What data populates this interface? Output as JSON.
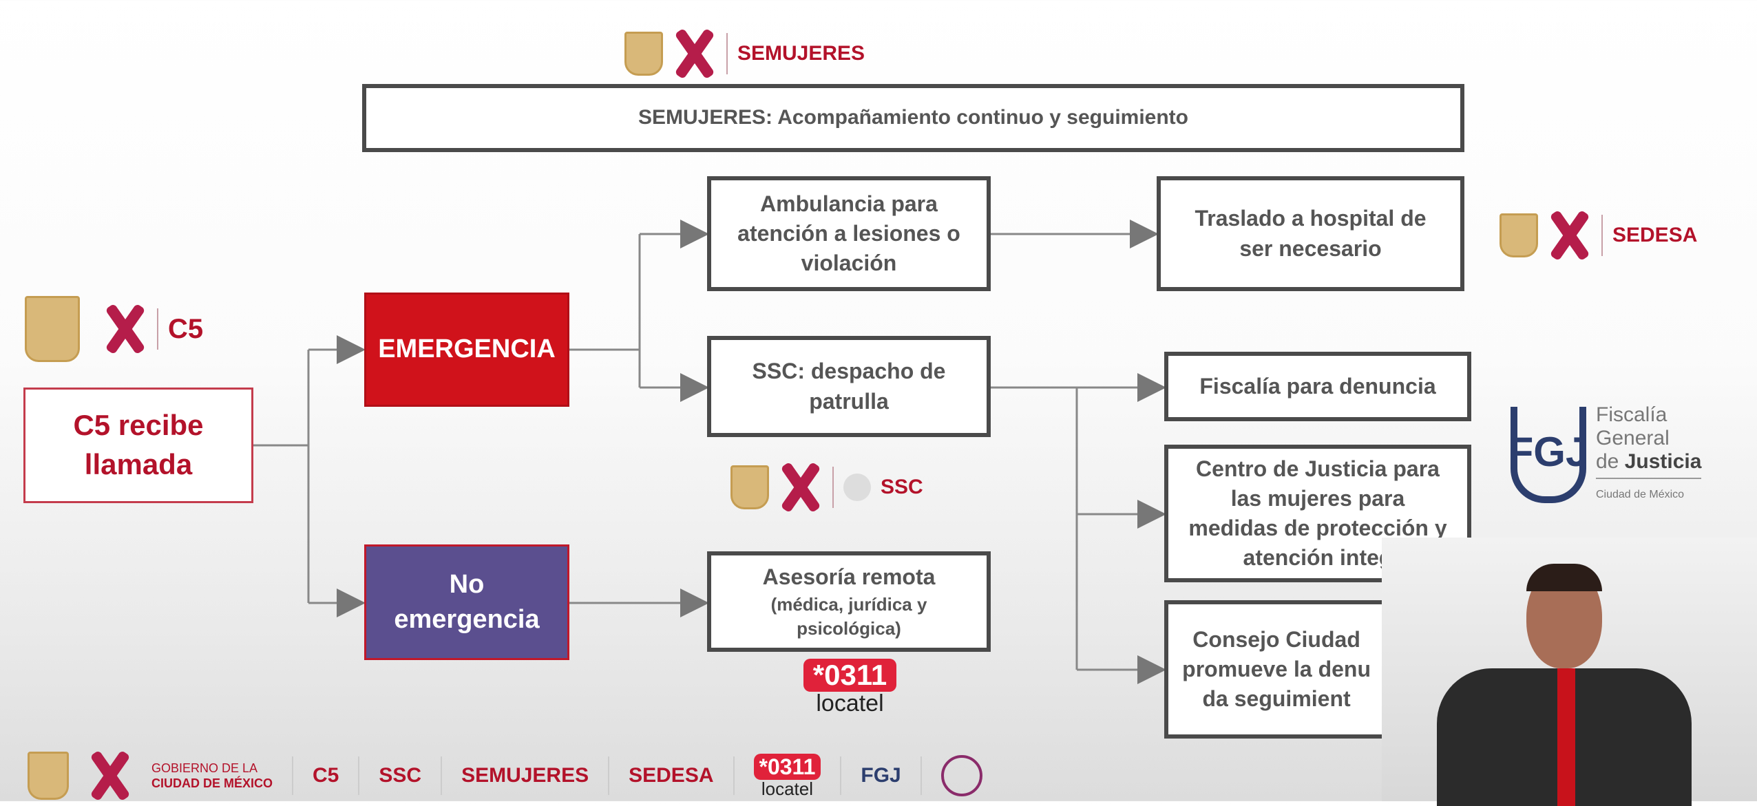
{
  "top_logo": {
    "label": "SEMUJERES"
  },
  "semujeres_box": "SEMUJERES: Acompañamiento continuo y seguimiento",
  "c5_logo": {
    "label": "C5"
  },
  "c5_box": [
    "C5 recibe",
    "llamada"
  ],
  "emergencia": "EMERGENCIA",
  "no_emergencia": [
    "No",
    "emergencia"
  ],
  "ambulancia": [
    "Ambulancia para",
    "atención a lesiones o",
    "violación"
  ],
  "traslado": [
    "Traslado a hospital de",
    "ser necesario"
  ],
  "sedesa_logo": {
    "label": "SEDESA"
  },
  "ssc_box": [
    "SSC: despacho de",
    "patrulla"
  ],
  "ssc_logo": {
    "label": "SSC"
  },
  "fiscalia_box": "Fiscalía para denuncia",
  "fgj_logo": {
    "line1": "Fiscalía",
    "line2": "General",
    "line3a": "de ",
    "line3b": "Justicia",
    "sub": "Ciudad de México"
  },
  "centro_box": [
    "Centro de Justicia para",
    "las mujeres para",
    "medidas de protección y",
    "atención integ"
  ],
  "asesoria": {
    "title": "Asesoría remota",
    "detail": [
      "(médica, jurídica y",
      "psicológica)"
    ]
  },
  "locatel": {
    "number": "*0311",
    "name": "locatel"
  },
  "consejo_box": [
    "Consejo Ciudad",
    "promueve la denu",
    "da seguimient"
  ],
  "bottom_bar": {
    "gob": [
      "GOBIERNO DE LA",
      "CIUDAD DE MÉXICO"
    ],
    "c5": "C5",
    "ssc": "SSC",
    "semujeres": "SEMUJERES",
    "sedesa": "SEDESA",
    "locatel_number": "*0311",
    "locatel_name": "locatel",
    "fgj": "FGJ"
  }
}
